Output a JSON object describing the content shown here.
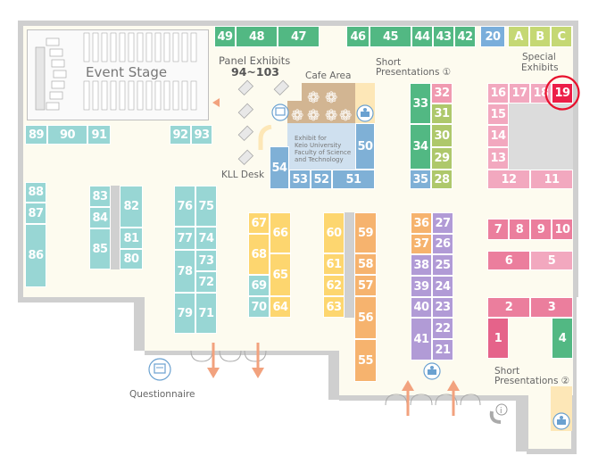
{
  "labels": {
    "event_stage": "Event Stage",
    "panel_exhibits": "Panel Exhibits",
    "panel_range": "94~103",
    "cafe_area": "Cafe Area",
    "short_pres_1_line1": "Short",
    "short_pres_1_line2": "Presentations ①",
    "special_line1": "Special",
    "special_line2": "Exhibits",
    "kll_desk": "KLL Desk",
    "keio_line1": "Exhibit for",
    "keio_line2": "Keio University",
    "keio_line3": "Faculty of Science",
    "keio_line4": "and Technology",
    "questionnaire": "Questionnaire",
    "short_pres_2_line1": "Short",
    "short_pres_2_line2": "Presentations ②"
  },
  "highlight_booth": "19",
  "colors": {
    "green": "#52b883",
    "teal": "#98d6d4",
    "yellow": "#fdd66f",
    "orange": "#f6b36e",
    "purple": "#b19bd6",
    "pink": "#f2a8bf",
    "blue": "#7fb0d6",
    "highlight": "#e8112d"
  },
  "booths": [
    "49",
    "48",
    "47",
    "46",
    "45",
    "44",
    "43",
    "42",
    "20",
    "A",
    "B",
    "C",
    "16",
    "17",
    "18",
    "19",
    "15",
    "14",
    "13",
    "12",
    "11",
    "89",
    "90",
    "91",
    "92",
    "93",
    "50",
    "54",
    "53",
    "52",
    "51",
    "33",
    "32",
    "31",
    "34",
    "30",
    "29",
    "35",
    "28",
    "88",
    "87",
    "86",
    "83",
    "82",
    "84",
    "81",
    "85",
    "80",
    "76",
    "75",
    "77",
    "74",
    "78",
    "73",
    "72",
    "79",
    "71",
    "67",
    "66",
    "68",
    "65",
    "69",
    "70",
    "64",
    "60",
    "59",
    "61",
    "58",
    "62",
    "57",
    "63",
    "56",
    "55",
    "36",
    "27",
    "37",
    "26",
    "38",
    "25",
    "39",
    "24",
    "40",
    "23",
    "41",
    "22",
    "21",
    "7",
    "8",
    "9",
    "10",
    "6",
    "5",
    "2",
    "3",
    "1",
    "4"
  ]
}
